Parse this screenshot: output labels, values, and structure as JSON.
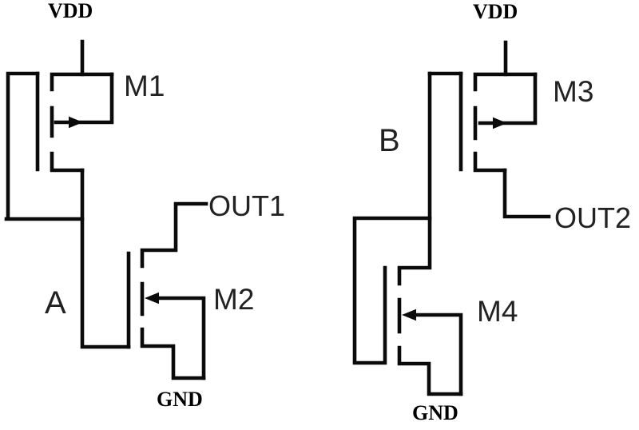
{
  "diagram": {
    "type": "mosfet-circuit-schematic",
    "background": "#ffffff",
    "line_color": "#0a0a0a",
    "label_color": "#222222",
    "power_label_color": "#000000",
    "left_circuit": {
      "vdd_label": "VDD",
      "gnd_label": "GND",
      "input_label": "A",
      "output_label": "OUT1",
      "top_transistor_label": "M1",
      "bottom_transistor_label": "M2"
    },
    "right_circuit": {
      "vdd_label": "VDD",
      "gnd_label": "GND",
      "input_label": "B",
      "output_label": "OUT2",
      "top_transistor_label": "M3",
      "bottom_transistor_label": "M4"
    }
  }
}
